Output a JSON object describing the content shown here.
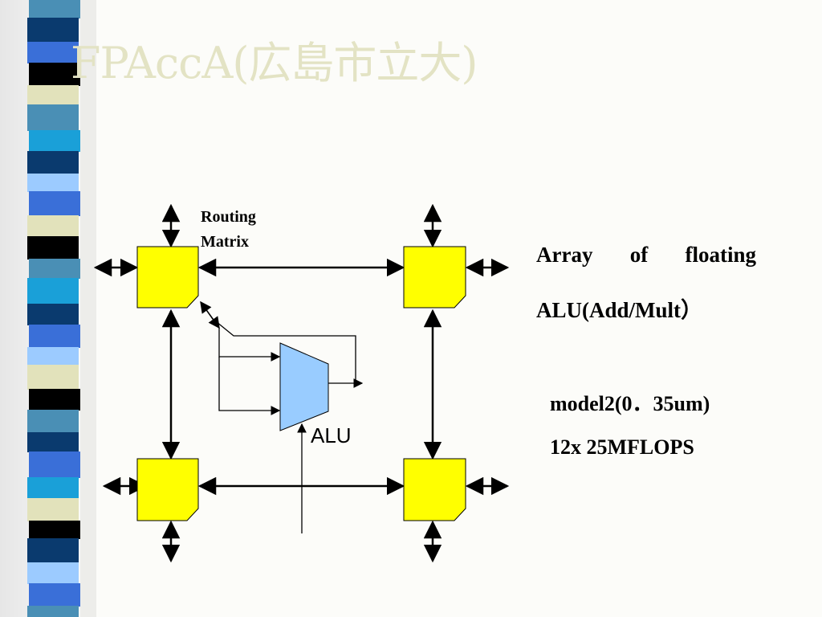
{
  "slide": {
    "title": "FPAccA(広島市立大)",
    "colors": {
      "accent_stripe": [
        "#4a8fb5",
        "#0a3a6e",
        "#3a6fd8",
        "#000000",
        "#e2e2bb",
        "#1aa0d8",
        "#9ccbff"
      ],
      "title": "#e3e3c4",
      "routing_block": "#ffff00",
      "alu": "#99ccff"
    }
  },
  "diagram": {
    "routing_label_line1": "Routing",
    "routing_label_line2": "Matrix",
    "alu_label": "ALU"
  },
  "description": {
    "line1": "Array of floating",
    "line2": "ALU(Add/Mult）",
    "line3": "model2(0．35um)",
    "line4": "12x 25MFLOPS"
  }
}
